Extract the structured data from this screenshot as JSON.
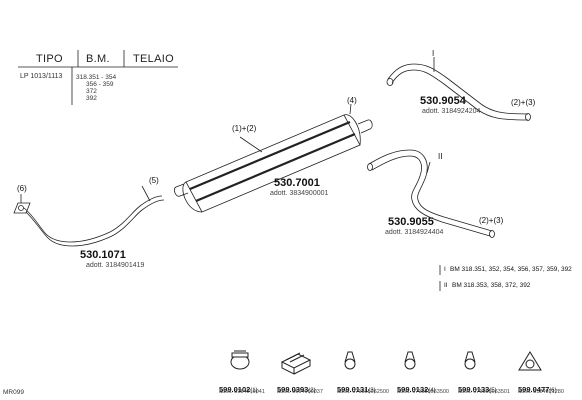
{
  "table": {
    "headers": [
      "TIPO",
      "B.M.",
      "TELAIO"
    ],
    "row_type": "LP 1013/1113",
    "row_bm_lines": [
      "318.351 - 354",
      "356 - 359",
      "372",
      "392"
    ]
  },
  "parts": [
    {
      "code": "530.1071",
      "adott": "adott. 3184901419"
    },
    {
      "code": "530.7001",
      "adott": "adott. 3834900001"
    },
    {
      "code": "530.9054",
      "adott": "adott. 3184924204"
    },
    {
      "code": "530.9055",
      "adott": "adott. 3184924404"
    }
  ],
  "callouts": {
    "c6": "(6)",
    "c5": "(5)",
    "c12": "(1)+(2)",
    "c4": "(4)",
    "c23a": "(2)+(3)",
    "c23b": "(2)+(3)",
    "roman1": "I",
    "roman2": "II"
  },
  "legend": [
    {
      "mark": "I",
      "text": "BM 318.351, 352, 354, 356, 357, 359, 392"
    },
    {
      "mark": "II",
      "text": "BM 318.353, 358, 372, 392"
    }
  ],
  "accessories": [
    {
      "code": "599.0102",
      "num": "(1)",
      "adott": "adott. 3184910041",
      "icon": "clamp-icon"
    },
    {
      "code": "599.0393",
      "num": "(2)",
      "adott": "adott. 3094900037",
      "icon": "rubber-block-icon"
    },
    {
      "code": "599.0131",
      "num": "(3)",
      "adott": "adott. 071555062500",
      "icon": "hanger-icon"
    },
    {
      "code": "599.0132",
      "num": "(4)",
      "adott": "adott. 071555063500",
      "icon": "hanger-icon"
    },
    {
      "code": "599.0133",
      "num": "(5)",
      "adott": "adott. 071555063501",
      "icon": "hanger-icon"
    },
    {
      "code": "599.0477",
      "num": "(6)",
      "adott": "adott. 3124921280",
      "icon": "flange-gasket-icon"
    }
  ],
  "footer_code": "MR099"
}
